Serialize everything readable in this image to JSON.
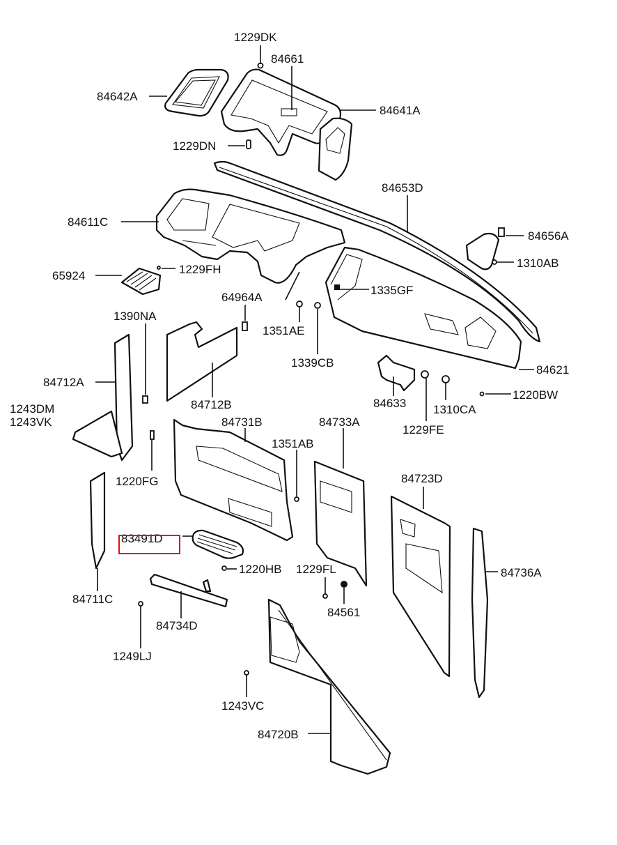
{
  "diagram": {
    "type": "exploded-parts-diagram",
    "subject": "Interior trim panels (dashboard / cowl / quarter trim)",
    "highlight_color": "#e01010",
    "highlighted_part": "83491D",
    "parts": [
      {
        "id": "p1229DK",
        "label": "1229DK"
      },
      {
        "id": "p84661",
        "label": "84661"
      },
      {
        "id": "p84642A",
        "label": "84642A"
      },
      {
        "id": "p84641A",
        "label": "84641A"
      },
      {
        "id": "p1229DN",
        "label": "1229DN"
      },
      {
        "id": "p84653D",
        "label": "84653D"
      },
      {
        "id": "p84611C",
        "label": "84611C"
      },
      {
        "id": "p84656A",
        "label": "84656A"
      },
      {
        "id": "p1310AB",
        "label": "1310AB"
      },
      {
        "id": "p65924",
        "label": "65924"
      },
      {
        "id": "p1229FH",
        "label": "1229FH"
      },
      {
        "id": "p1335GF",
        "label": "1335GF"
      },
      {
        "id": "p64964A",
        "label": "64964A"
      },
      {
        "id": "p1390NA",
        "label": "1390NA"
      },
      {
        "id": "p1351AE",
        "label": "1351AE"
      },
      {
        "id": "p1339CB",
        "label": "1339CB"
      },
      {
        "id": "p84621",
        "label": "84621"
      },
      {
        "id": "p84712A",
        "label": "84712A"
      },
      {
        "id": "p84712B",
        "label": "84712B"
      },
      {
        "id": "p84633",
        "label": "84633"
      },
      {
        "id": "p1310CA",
        "label": "1310CA"
      },
      {
        "id": "p1220BW",
        "label": "1220BW"
      },
      {
        "id": "p1243DM",
        "label": "1243DM"
      },
      {
        "id": "p1243VK",
        "label": "1243VK"
      },
      {
        "id": "p1229FE",
        "label": "1229FE"
      },
      {
        "id": "p84731B",
        "label": "84731B"
      },
      {
        "id": "p84733A",
        "label": "84733A"
      },
      {
        "id": "p1351AB",
        "label": "1351AB"
      },
      {
        "id": "p1220FG",
        "label": "1220FG"
      },
      {
        "id": "p84723D",
        "label": "84723D"
      },
      {
        "id": "p83491D",
        "label": "83491D"
      },
      {
        "id": "p1220HB",
        "label": "1220HB"
      },
      {
        "id": "p1229FL",
        "label": "1229FL"
      },
      {
        "id": "p84736A",
        "label": "84736A"
      },
      {
        "id": "p84711C",
        "label": "84711C"
      },
      {
        "id": "p84561",
        "label": "84561"
      },
      {
        "id": "p84734D",
        "label": "84734D"
      },
      {
        "id": "p1249LJ",
        "label": "1249LJ"
      },
      {
        "id": "p1243VC",
        "label": "1243VC"
      },
      {
        "id": "p84720B",
        "label": "84720B"
      }
    ]
  }
}
